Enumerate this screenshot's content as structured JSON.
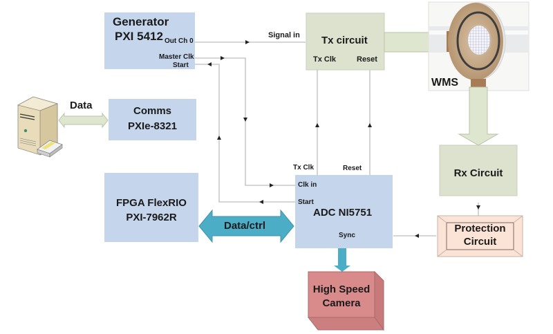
{
  "diagram": {
    "blocks": {
      "generator": {
        "line1": "Generator",
        "line2": "PXI 5412",
        "port_out": "Out Ch 0",
        "port_master": "Master Clk",
        "port_start": "Start"
      },
      "comms": {
        "line1": "Comms",
        "line2": "PXIe-8321"
      },
      "fpga": {
        "line1": "FPGA FlexRIO",
        "line2": "PXI-7962R"
      },
      "tx": {
        "title": "Tx circuit",
        "port_txclk": "Tx Clk",
        "port_reset": "Reset"
      },
      "adc": {
        "title": "ADC NI5751",
        "port_clkin": "Clk in",
        "port_start": "Start",
        "port_sync": "Sync",
        "port_txclk": "Tx Clk",
        "port_reset": "Reset"
      },
      "rx": {
        "title": "Rx Circuit"
      },
      "protection": {
        "line1": "Protection",
        "line2": "Circuit"
      },
      "camera": {
        "line1": "High Speed",
        "line2": "Camera"
      },
      "wms": {
        "label": "WMS"
      }
    },
    "connections": {
      "signal_in": "Signal in",
      "data": "Data",
      "data_ctrl": "Data/ctrl"
    },
    "colors": {
      "blue_block": "#c5d5ec",
      "green_block": "#dde2cf",
      "green_arrow": "#dfe6cf",
      "teal_arrow": "#4badc6",
      "protection_fill": "#fbe3d6",
      "camera_fill": "#d98a8a",
      "line": "#bdbdbd"
    }
  }
}
